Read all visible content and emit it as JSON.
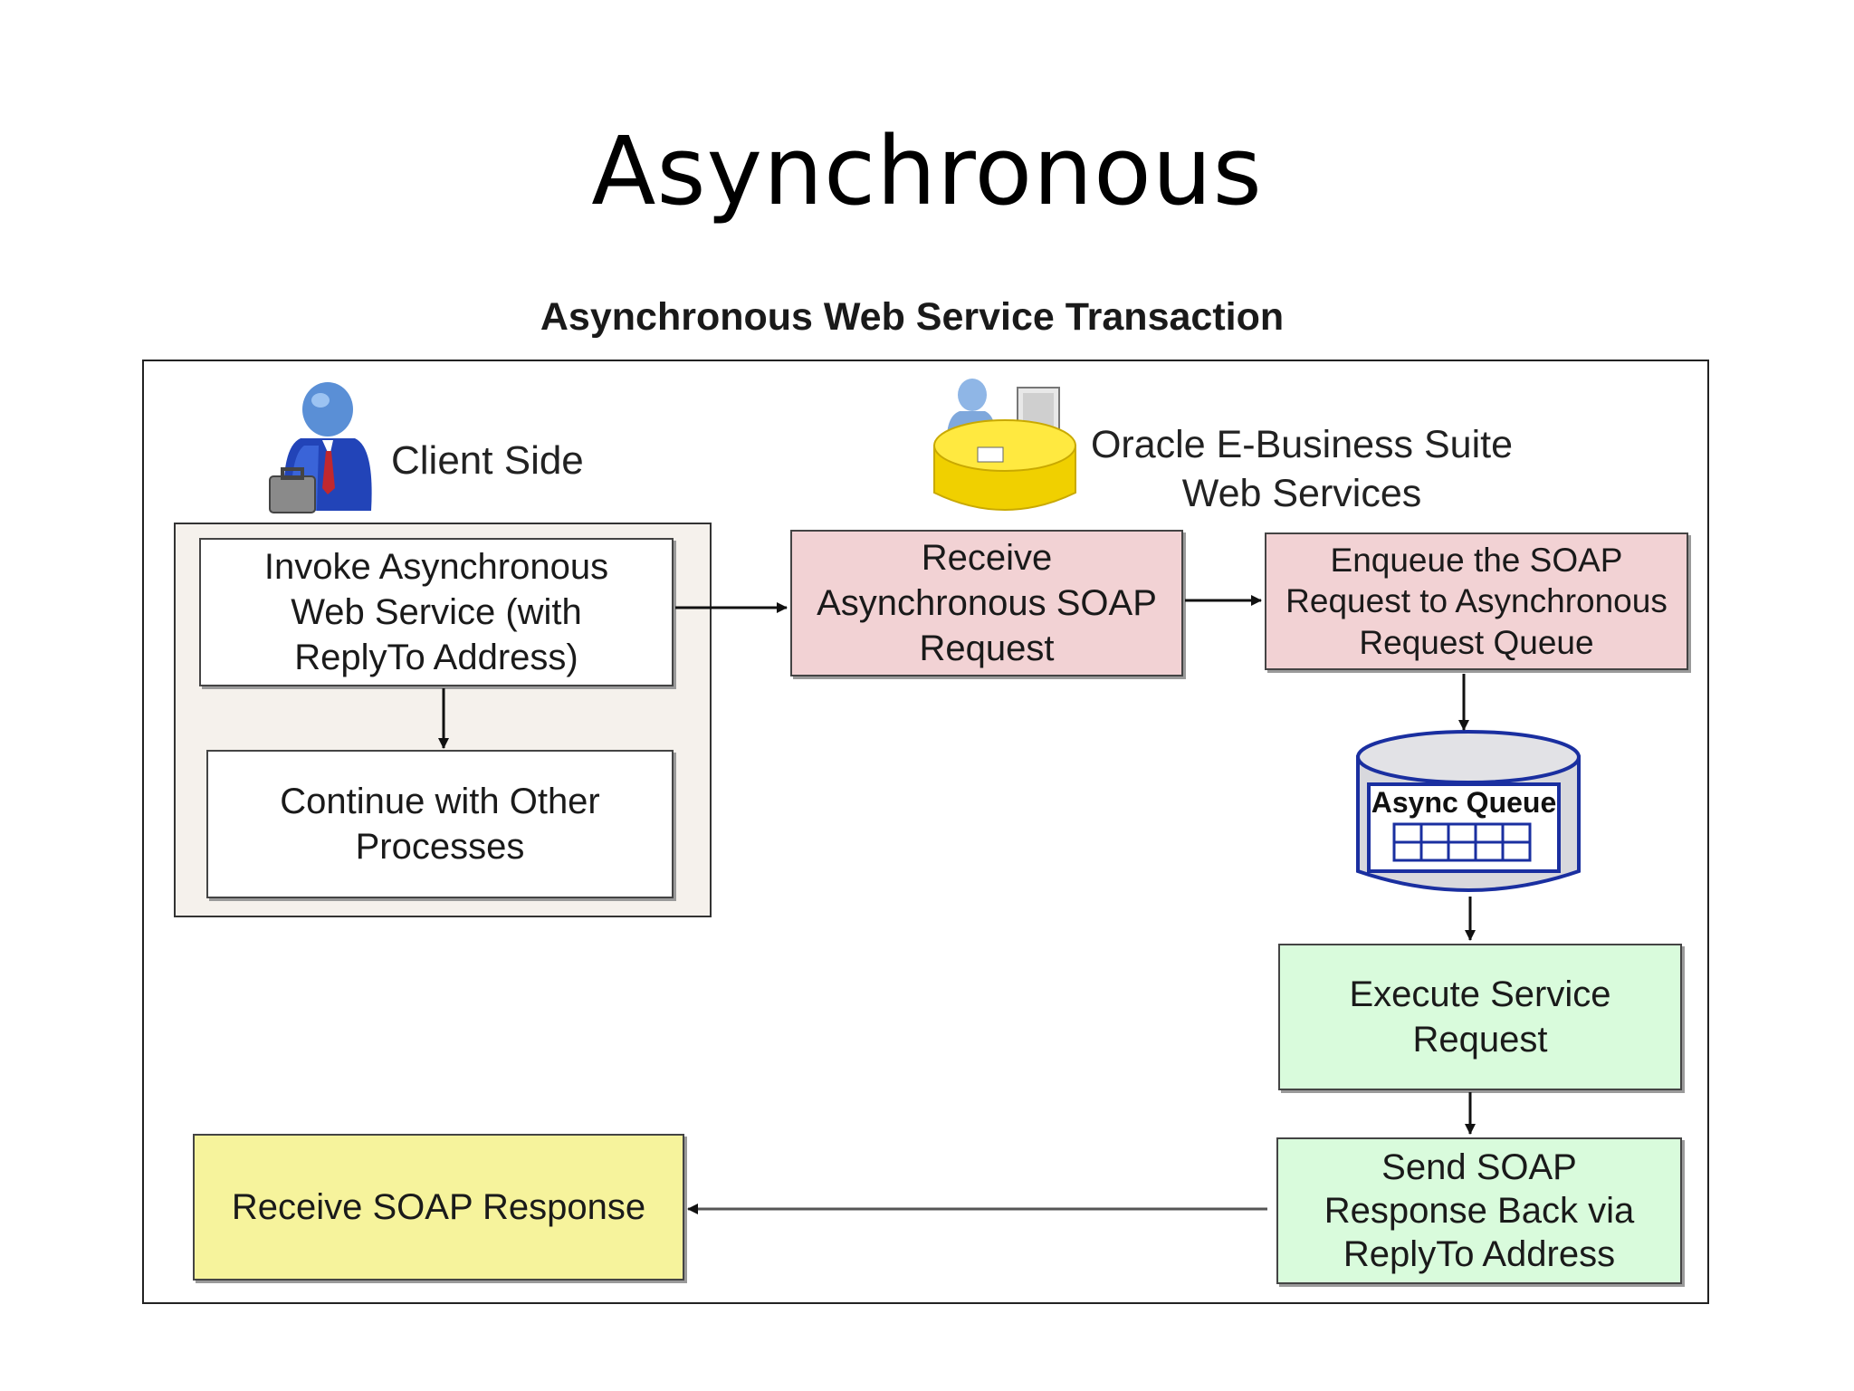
{
  "slide": {
    "title": "Asynchronous"
  },
  "diagram": {
    "title": "Asynchronous Web Service Transaction",
    "client_label": "Client Side",
    "server_label_line1": "Oracle E-Business Suite",
    "server_label_line2": "Web Services",
    "queue_label": "Async Queue",
    "icons": {
      "client": "person-with-briefcase-icon",
      "server": "person-at-computer-desk-icon",
      "queue": "database-queue-icon"
    },
    "colors": {
      "client_panel": "#f5f1ec",
      "server_step": "#f2d2d4",
      "execute_step": "#d9fbdc",
      "response_step": "#f6f39c",
      "queue_blue": "#1a2fa0"
    },
    "steps": {
      "invoke": "Invoke Asynchronous Web Service (with ReplyTo Address)",
      "continue": "Continue with Other Processes",
      "receive_request": "Receive Asynchronous SOAP Request",
      "enqueue": "Enqueue the SOAP Request to Asynchronous Request Queue",
      "execute": "Execute Service Request",
      "send_response": "Send SOAP Response Back via ReplyTo Address",
      "receive_response": "Receive SOAP Response"
    }
  }
}
